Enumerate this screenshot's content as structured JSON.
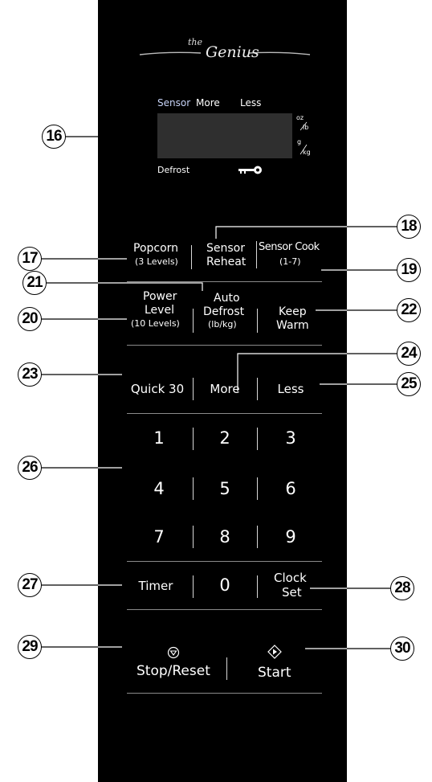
{
  "brand": {
    "prefix": "the",
    "name": "Genius"
  },
  "display": {
    "top_indicators": [
      "Sensor",
      "More",
      "Less"
    ],
    "unit_oz": "oz",
    "unit_lb": "lb",
    "unit_g": "g",
    "unit_kg": "kg",
    "defrost": "Defrost",
    "lock_icon": "key-icon"
  },
  "buttons": {
    "popcorn": {
      "line1": "Popcorn",
      "line2": "(3 Levels)"
    },
    "sensor_reheat": {
      "line1": "Sensor",
      "line2": "Reheat"
    },
    "sensor_cook": {
      "line1": "Sensor Cook",
      "line2": "(1-7)"
    },
    "power_level": {
      "line1": "Power",
      "line2": "Level",
      "line3": "(10 Levels)"
    },
    "auto_defrost": {
      "line1": "Auto",
      "line2": "Defrost",
      "line3": "(lb/kg)"
    },
    "keep_warm": {
      "line1": "Keep",
      "line2": "Warm"
    },
    "quick30": "Quick 30",
    "more": "More",
    "less": "Less",
    "digits": [
      "1",
      "2",
      "3",
      "4",
      "5",
      "6",
      "7",
      "8",
      "9"
    ],
    "timer": "Timer",
    "zero": "0",
    "clock_set": {
      "line1": "Clock",
      "line2": "Set"
    },
    "stop_reset": "Stop/Reset",
    "start": "Start",
    "stop_icon": "stop-icon",
    "start_icon": "start-icon"
  },
  "callouts": [
    "16",
    "17",
    "18",
    "19",
    "20",
    "21",
    "22",
    "23",
    "24",
    "25",
    "26",
    "27",
    "28",
    "29",
    "30"
  ]
}
